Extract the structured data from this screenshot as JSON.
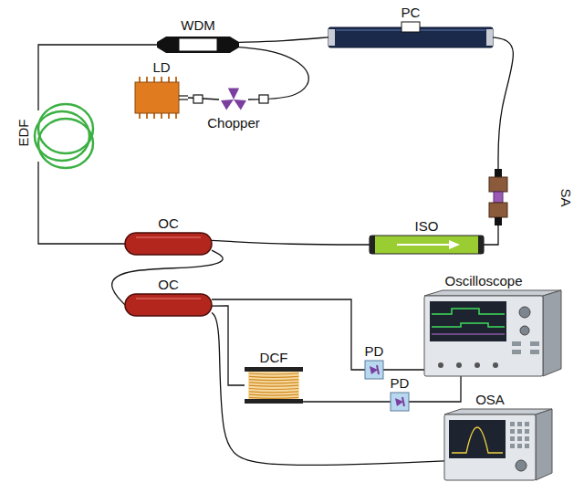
{
  "diagram": {
    "nodes": [
      {
        "text": [
          "WDM"
        ]
      },
      {
        "text": [
          "PC"
        ]
      },
      {
        "text": [
          "SA"
        ]
      },
      {
        "text": [
          "LD"
        ]
      },
      {
        "text": [
          "Chopper"
        ]
      },
      {
        "text": [
          "EDF"
        ]
      },
      {
        "text": [
          "OC"
        ]
      },
      {
        "text": [
          "ISO"
        ]
      },
      {
        "text": [
          "OC"
        ]
      },
      {
        "text": [
          "Oscilloscope"
        ]
      },
      {
        "text": [
          "DCF"
        ]
      },
      {
        "text": [
          "PD"
        ]
      },
      {
        "text": [
          "PD"
        ]
      },
      {
        "text": [
          "OSA"
        ]
      }
    ],
    "edges": [
      {
        "from": 0,
        "to": 1,
        "arrow": "none"
      },
      {
        "from": 1,
        "to": 2,
        "arrow": "none"
      },
      {
        "from": 2,
        "to": 7,
        "arrow": "none"
      },
      {
        "from": 6,
        "to": 7,
        "arrow": "none"
      },
      {
        "from": 3,
        "to": 4,
        "arrow": "none"
      },
      {
        "from": 4,
        "to": 0,
        "arrow": "none"
      },
      {
        "from": 0,
        "to": 5,
        "arrow": "none"
      },
      {
        "from": 5,
        "to": 6,
        "arrow": "none"
      },
      {
        "from": 6,
        "to": 8,
        "arrow": "none"
      },
      {
        "from": 8,
        "to": 11,
        "arrow": "none"
      },
      {
        "from": 11,
        "to": 9,
        "arrow": "none"
      },
      {
        "from": 8,
        "to": 10,
        "arrow": "none"
      },
      {
        "from": 10,
        "to": 12,
        "arrow": "none"
      },
      {
        "from": 12,
        "to": 9,
        "arrow": "none"
      },
      {
        "from": 8,
        "to": 13,
        "arrow": "none"
      }
    ]
  }
}
